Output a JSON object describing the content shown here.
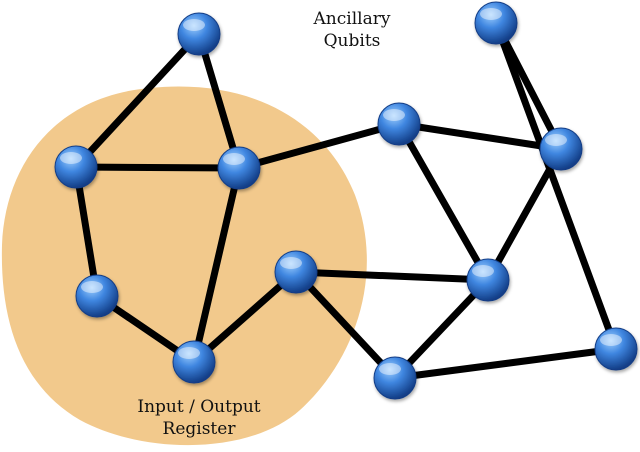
{
  "labels": {
    "io_line1": "Input / Output",
    "io_line2": "Register",
    "anc_line1": "Ancillary",
    "anc_line2": "Qubits"
  },
  "colors": {
    "region": "#f2c98c",
    "edge": "#000000",
    "node_light": "#9fd0ff",
    "node_mid": "#3f86e0",
    "node_dark": "#123d86"
  },
  "nodes": [
    {
      "id": "a"
    },
    {
      "id": "b"
    },
    {
      "id": "c"
    },
    {
      "id": "d"
    },
    {
      "id": "e"
    },
    {
      "id": "f"
    },
    {
      "id": "g"
    },
    {
      "id": "h"
    },
    {
      "id": "i"
    },
    {
      "id": "j"
    },
    {
      "id": "k"
    },
    {
      "id": "l"
    }
  ],
  "edges": [
    [
      "a",
      "b"
    ],
    [
      "a",
      "c"
    ],
    [
      "b",
      "c"
    ],
    [
      "b",
      "d"
    ],
    [
      "c",
      "e"
    ],
    [
      "d",
      "e"
    ],
    [
      "e",
      "f"
    ],
    [
      "f",
      "g"
    ],
    [
      "f",
      "i"
    ],
    [
      "c",
      "h"
    ],
    [
      "h",
      "i"
    ],
    [
      "g",
      "i"
    ],
    [
      "i",
      "j"
    ],
    [
      "j",
      "k"
    ],
    [
      "k",
      "l"
    ],
    [
      "g",
      "l"
    ],
    [
      "h",
      "j"
    ]
  ]
}
